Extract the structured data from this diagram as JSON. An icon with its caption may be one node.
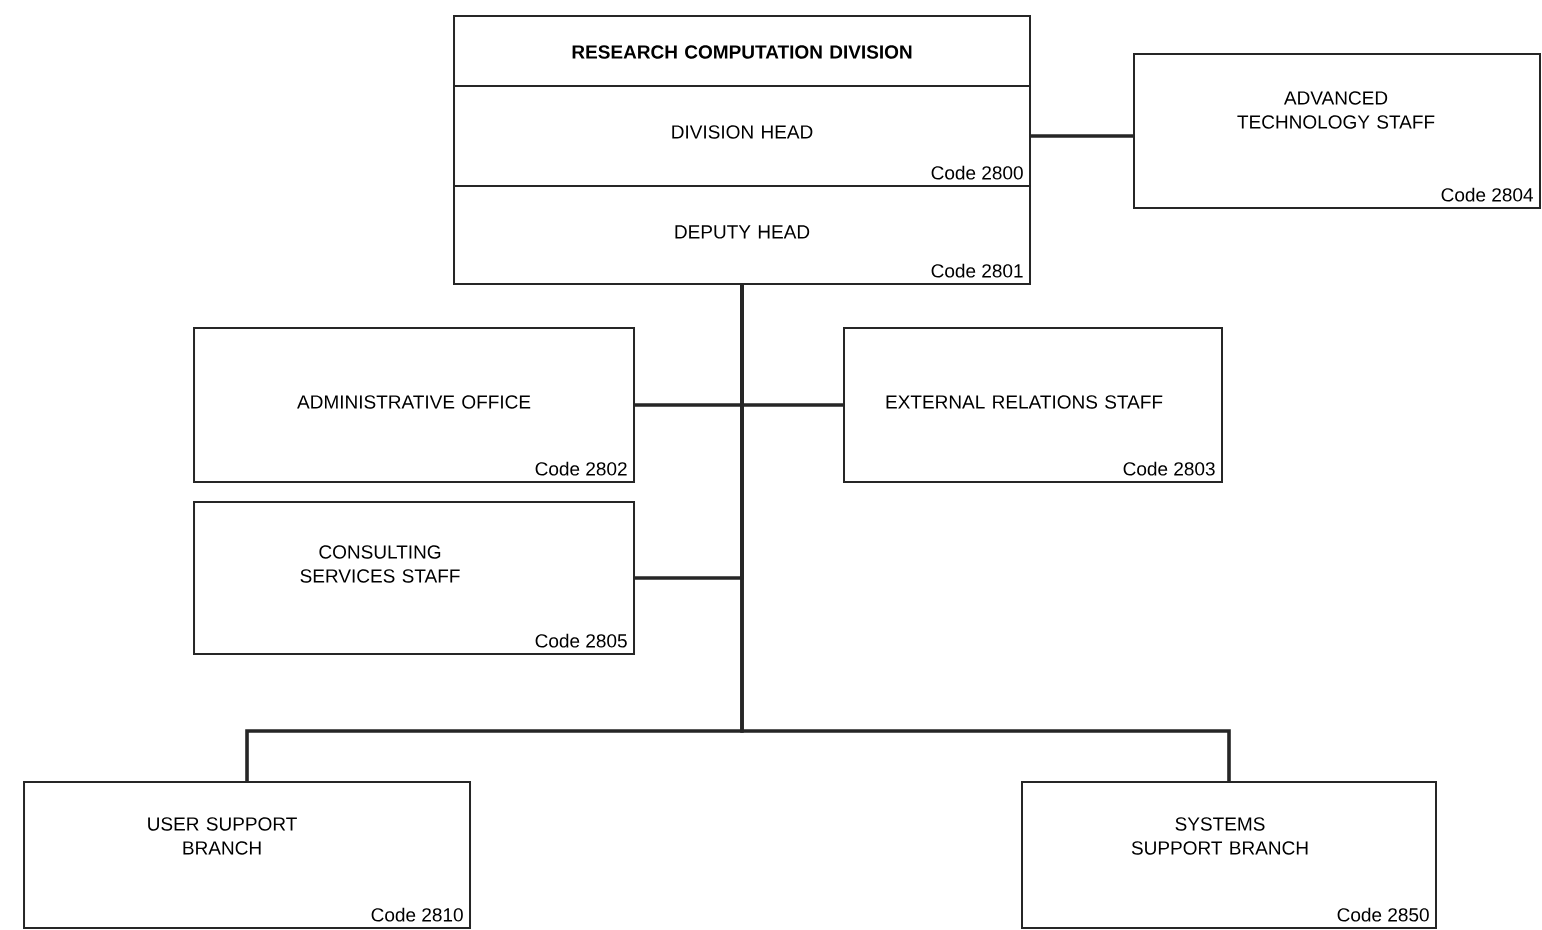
{
  "diagram": {
    "nodes": [
      {
        "text": [
          "RESEARCH COMPUTATION DIVISION"
        ]
      },
      {
        "text": [
          "DIVISION HEAD",
          "Code 2800"
        ],
        "in": 0
      },
      {
        "text": [
          "DEPUTY HEAD",
          "Code 2801"
        ],
        "in": 0
      },
      {
        "text": [
          "ADVANCED TECHNOLOGY STAFF",
          "Code 2804"
        ]
      },
      {
        "text": [
          "ADMINISTRATIVE OFFICE",
          "Code 2802"
        ]
      },
      {
        "text": [
          "EXTERNAL RELATIONS STAFF",
          "Code 2803"
        ]
      },
      {
        "text": [
          "CONSULTING SERVICES STAFF",
          "Code 2805"
        ]
      },
      {
        "text": [
          "USER SUPPORT BRANCH",
          "Code 2810"
        ]
      },
      {
        "text": [
          "SYSTEMS SUPPORT BRANCH",
          "Code 2850"
        ]
      }
    ],
    "edges": [
      {
        "from": 1,
        "to": 3,
        "arrow": "none"
      },
      {
        "from": 2,
        "to": 4,
        "arrow": "none"
      },
      {
        "from": 2,
        "to": 5,
        "arrow": "none"
      },
      {
        "from": 2,
        "to": 6,
        "arrow": "none"
      },
      {
        "from": 2,
        "to": 7,
        "arrow": "none"
      },
      {
        "from": 2,
        "to": 8,
        "arrow": "none"
      }
    ]
  }
}
